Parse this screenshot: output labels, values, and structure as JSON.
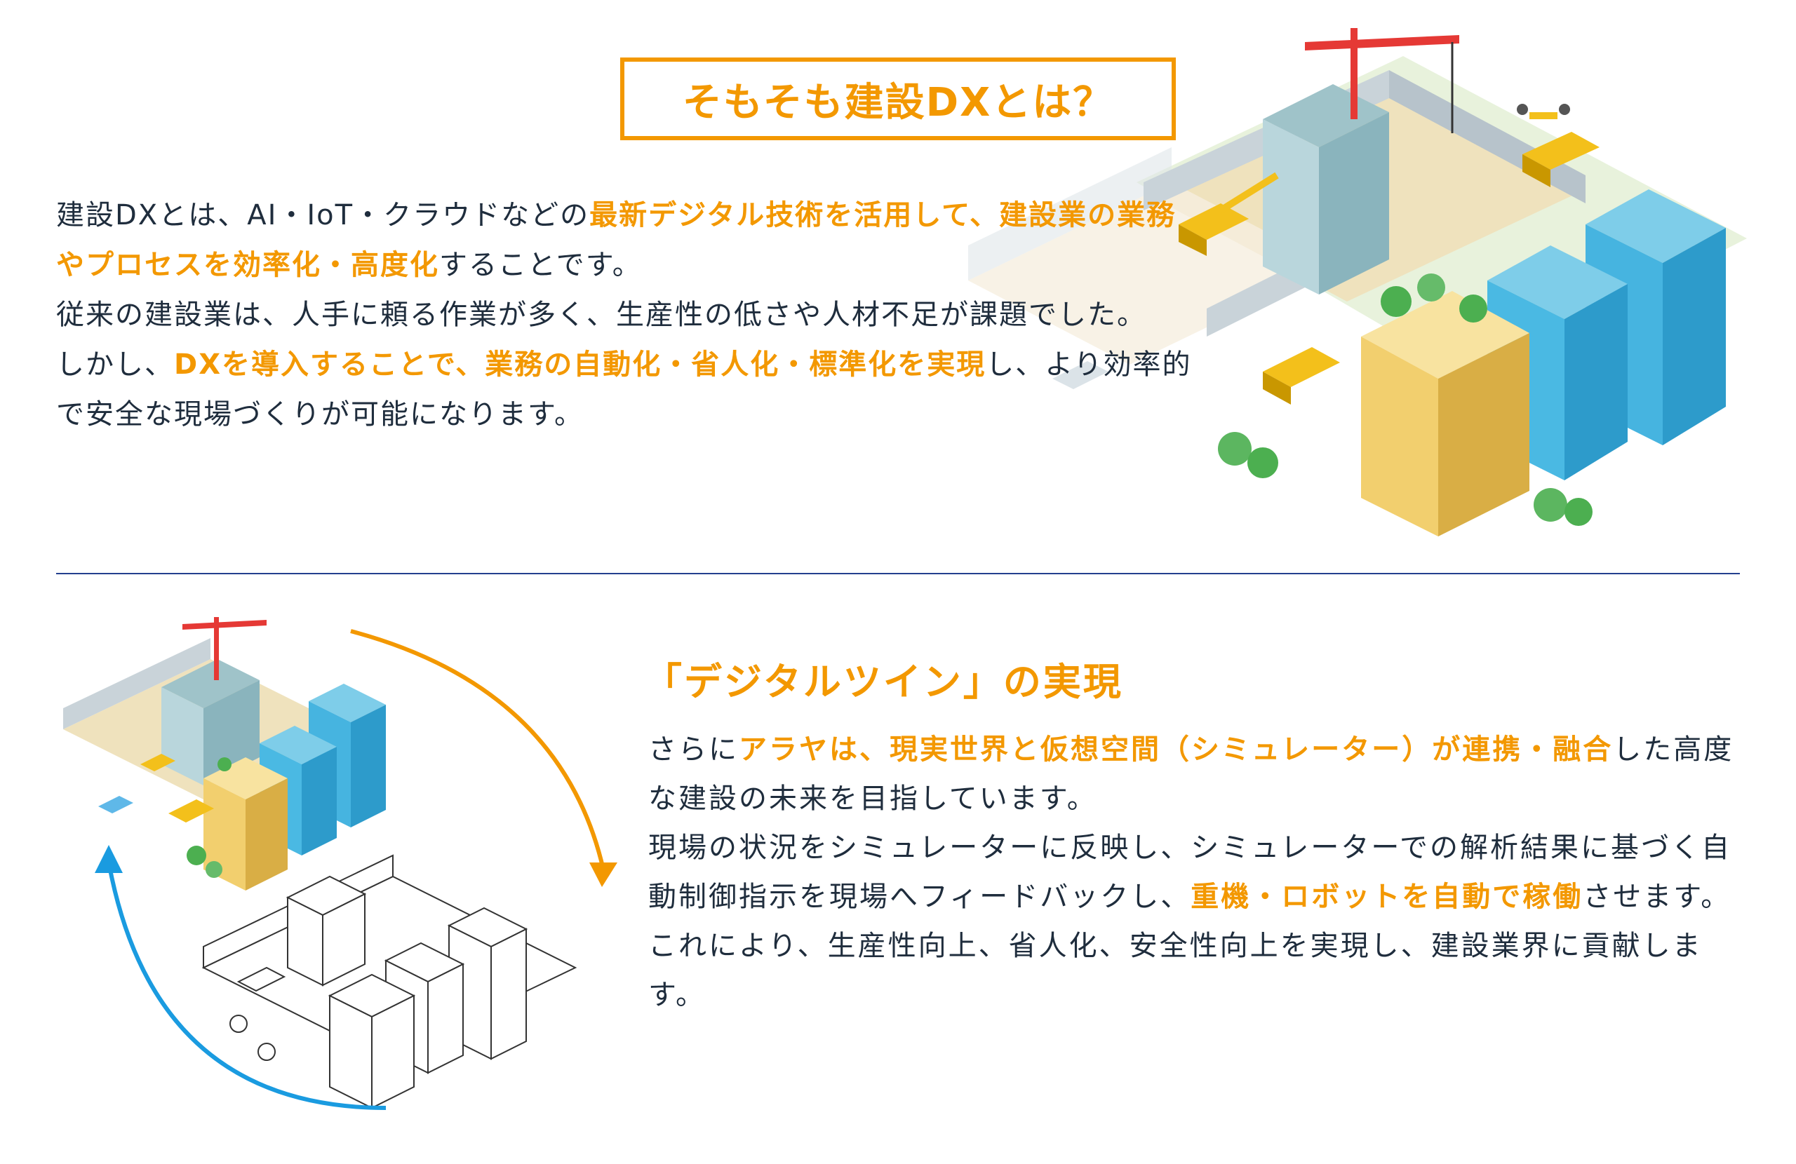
{
  "section1": {
    "title": "そもそも建設DXとは？",
    "paragraphs": [
      [
        {
          "t": "建設DXとは、AI・IoT・クラウドなどの",
          "hl": false
        },
        {
          "t": "最新デジタル技術を活用して、建設業の業務やプロセスを効率化・高度化",
          "hl": true
        },
        {
          "t": "することです。",
          "hl": false
        }
      ],
      [
        {
          "t": "従来の建設業は、人手に頼る作業が多く、生産性の低さや人材不足が課題でした。",
          "hl": false
        }
      ],
      [
        {
          "t": "しかし、",
          "hl": false
        },
        {
          "t": "DXを導入することで、業務の自動化・省人化・標準化を実現",
          "hl": true
        },
        {
          "t": "し、より効率的で安全な現場づくりが可能になります。",
          "hl": false
        }
      ]
    ]
  },
  "section2": {
    "heading": "「デジタルツイン」の実現",
    "paragraphs": [
      [
        {
          "t": "さらに",
          "hl": false
        },
        {
          "t": "アラヤは、現実世界と仮想空間（シミュレーター）が連携・融合",
          "hl": true
        },
        {
          "t": "した高度な建設の未来を目指しています。",
          "hl": false
        }
      ],
      [
        {
          "t": "現場の状況をシミュレーターに反映し、シミュレーターでの解析結果に基づく自動制御指示を現場へフィードバックし、",
          "hl": false
        },
        {
          "t": "重機・ロボットを自動で稼働",
          "hl": true
        },
        {
          "t": "させます。",
          "hl": false
        }
      ],
      [
        {
          "t": "これにより、生産性向上、省人化、安全性向上を実現し、建設業界に貢献します。",
          "hl": false
        }
      ]
    ]
  },
  "colors": {
    "accent": "#f39800",
    "text": "#1f2d3d",
    "divider": "#23408e",
    "arrow_orange": "#f39800",
    "arrow_blue": "#1a9be0",
    "building_blue": "#46b4e0",
    "building_yellow": "#f2cf6e"
  },
  "icons": {
    "illustration_top": "isometric-construction-city",
    "illustration_bottom": "digital-twin-cycle",
    "arrow_down": "orange-curved-arrow-down",
    "arrow_up": "blue-curved-arrow-up"
  }
}
